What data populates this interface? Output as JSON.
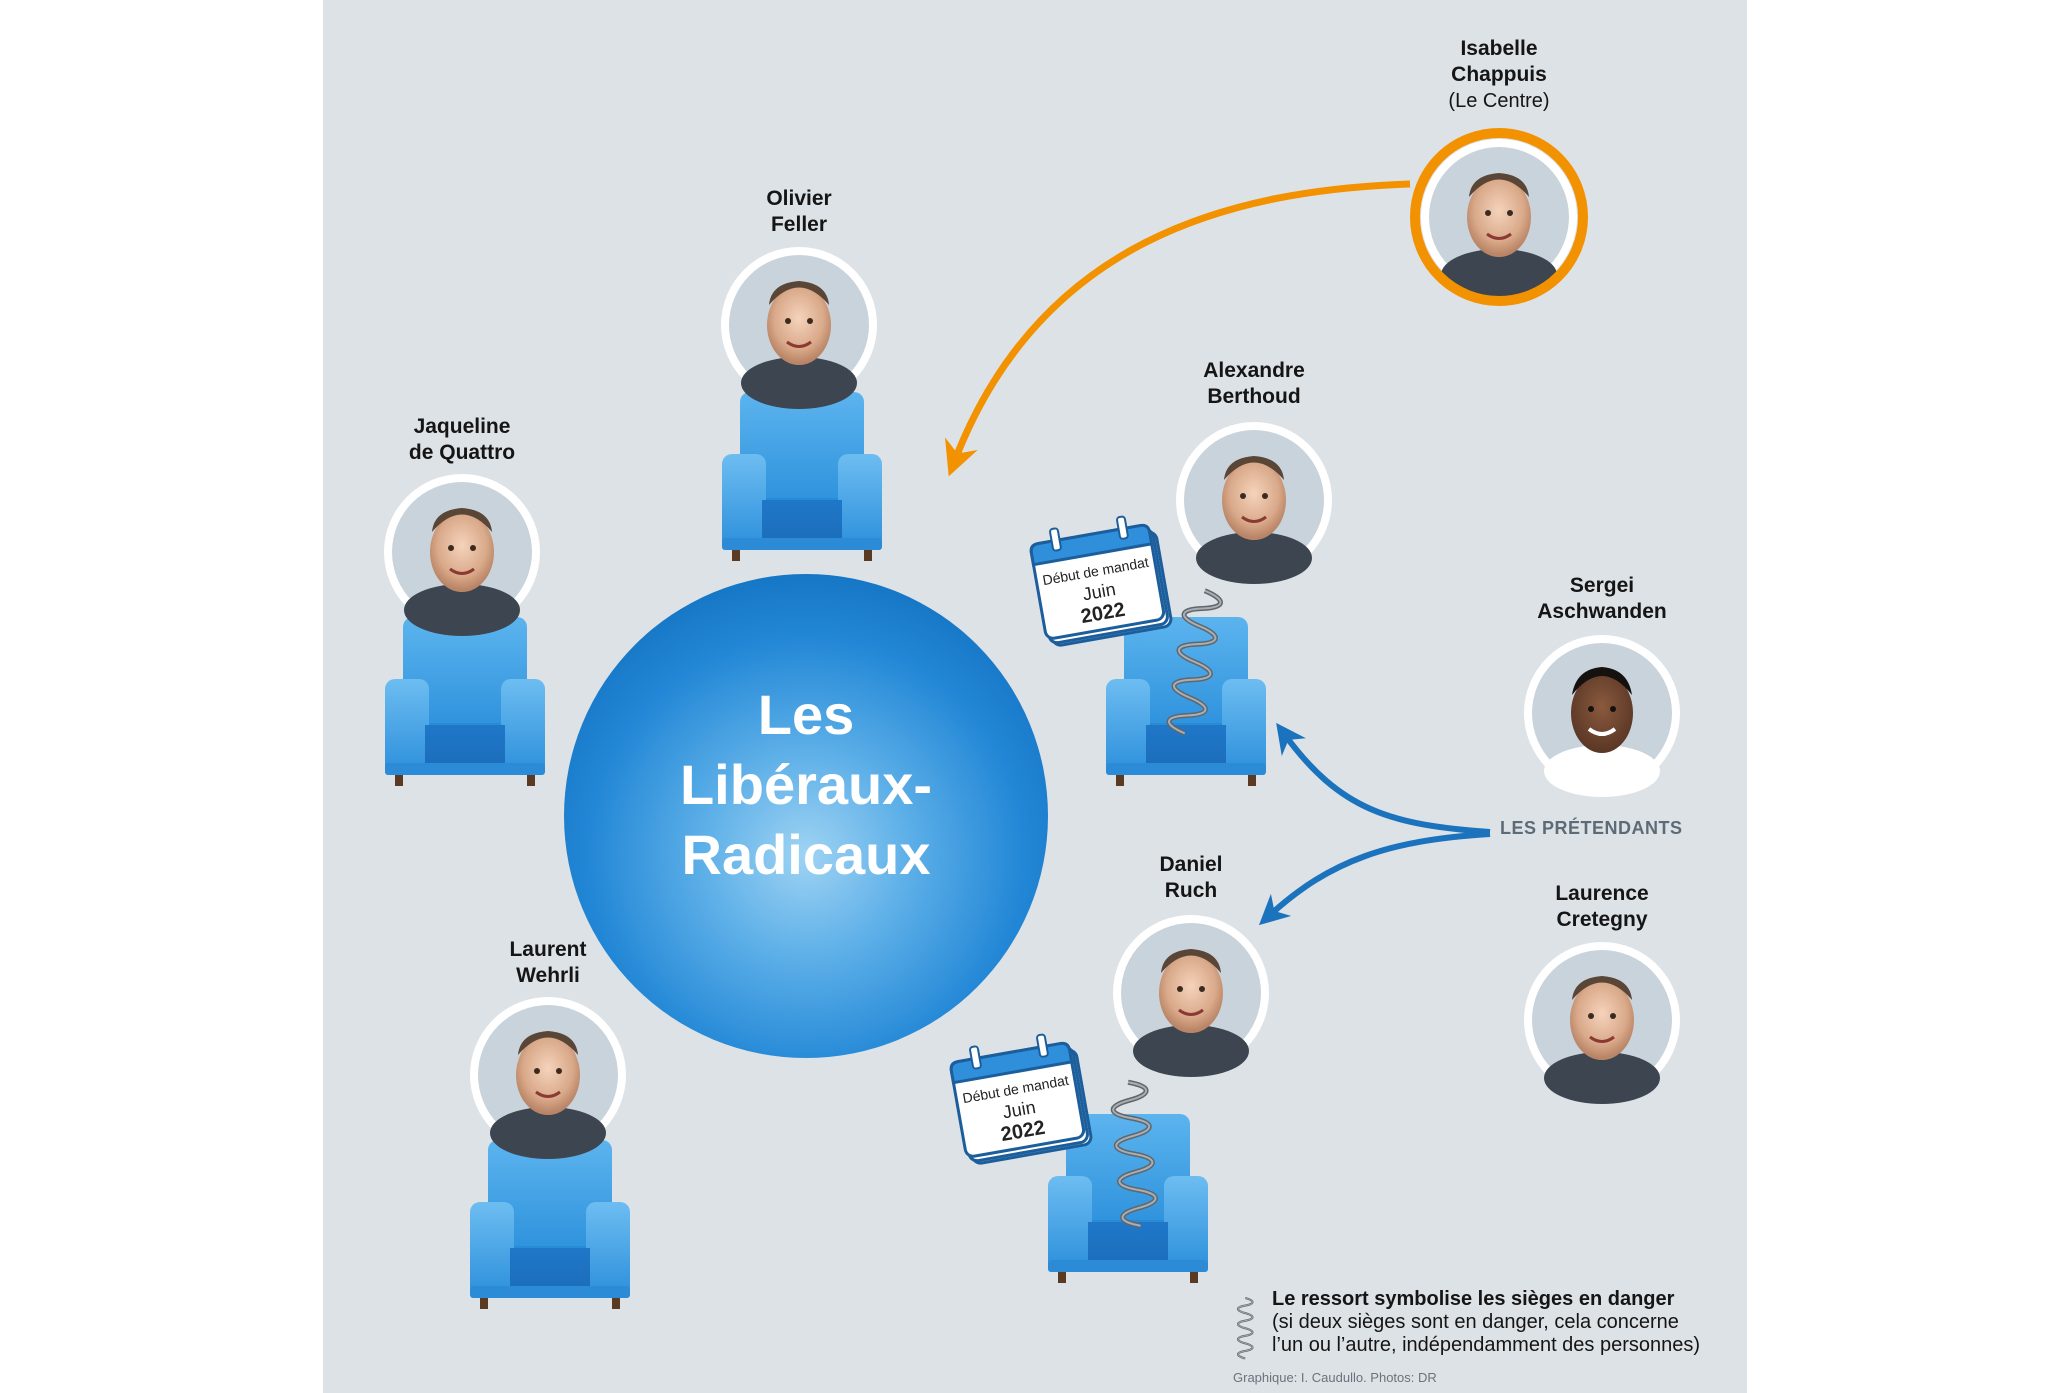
{
  "center": {
    "line1": "Les",
    "line2": "Libéraux-",
    "line3": "Radicaux"
  },
  "people": {
    "olivier": {
      "first": "Olivier",
      "last": "Feller"
    },
    "jaqueline": {
      "first": "Jaqueline",
      "last": "de Quattro"
    },
    "laurent": {
      "first": "Laurent",
      "last": "Wehrli"
    },
    "alexandre": {
      "first": "Alexandre",
      "last": "Berthoud"
    },
    "daniel": {
      "first": "Daniel",
      "last": "Ruch"
    },
    "isabelle": {
      "first": "Isabelle",
      "last": "Chappuis",
      "party": "(Le Centre)"
    },
    "sergei": {
      "first": "Sergei",
      "last": "Aschwanden"
    },
    "laurence": {
      "first": "Laurence",
      "last": "Cretegny"
    }
  },
  "calendar": {
    "line1": "Début de mandat",
    "line2": "Juin",
    "line3": "2022"
  },
  "pretendants_label": "LES PRÉTENDANTS",
  "legend": {
    "line1": "Le ressort symbolise les sièges en danger",
    "line2": "(si deux sièges sont en danger, cela concerne",
    "line3": "l’un ou l’autre, indépendamment des personnes)"
  },
  "credit": "Graphique: I. Caudullo. Photos: DR",
  "colors": {
    "background": "#dde2e6",
    "party_blue": "#1a7fd0",
    "chair_blue": "#2f93dd",
    "arrow_orange": "#f39200",
    "arrow_blue": "#1c73bd",
    "spring_gray": "#6b7177"
  }
}
